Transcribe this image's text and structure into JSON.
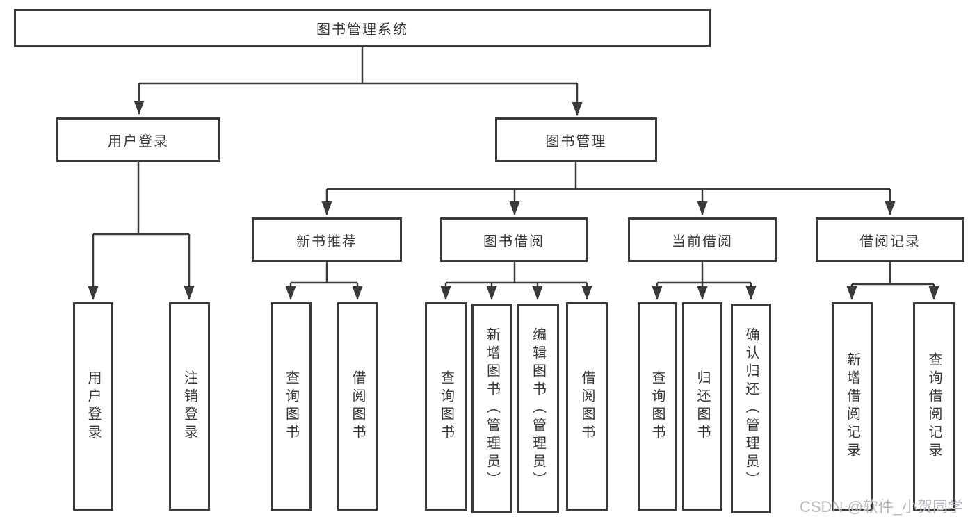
{
  "diagram": {
    "root": "图书管理系统",
    "level2": {
      "user_login": "用户登录",
      "book_mgmt": "图书管理"
    },
    "level3": {
      "new_books": "新书推荐",
      "book_borrow": "图书借阅",
      "current_borrow": "当前借阅",
      "borrow_records": "借阅记录"
    },
    "leaves": {
      "user_login": [
        "用户登录",
        "注销登录"
      ],
      "new_books": [
        "查询图书",
        "借阅图书"
      ],
      "book_borrow": [
        "查询图书",
        "新增图书（管理员）",
        "编辑图书（管理员）",
        "借阅图书"
      ],
      "current_borrow": [
        "查询图书",
        "归还图书",
        "确认归还（管理员）"
      ],
      "borrow_records": [
        "新增借阅记录",
        "查询借阅记录"
      ]
    }
  },
  "watermark": "CSDN @软件_小贺同学",
  "colors": {
    "line": "#3a3a3a",
    "text": "#383838",
    "watermark": "#b6bbc1",
    "background": "#ffffff"
  }
}
